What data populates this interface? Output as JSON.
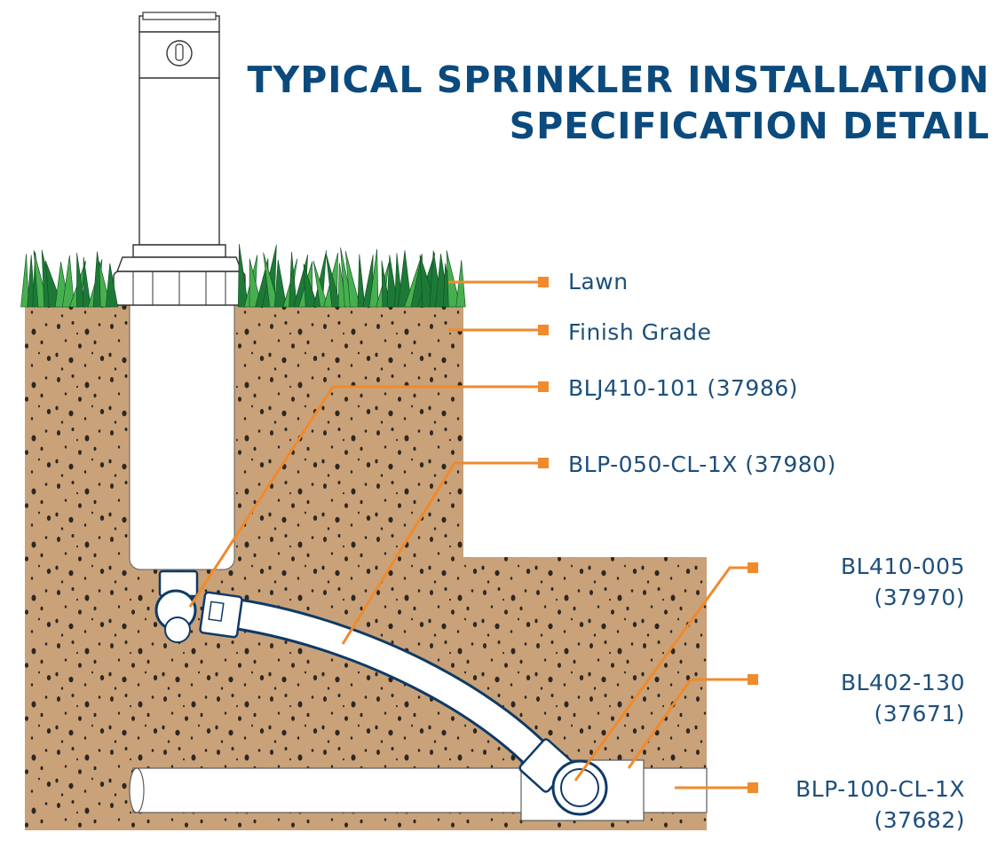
{
  "title": {
    "line1": "TYPICAL SPRINKLER INSTALLATION",
    "line2": "SPECIFICATION DETAIL"
  },
  "colors": {
    "title": "#0b4a7d",
    "label_text": "#1d4f7c",
    "leader": "#f08a2c",
    "soil": "#c9a27a",
    "grass_dark": "#1c7a36",
    "grass_light": "#46b04e",
    "pipe_outline": "#0e3a66"
  },
  "callouts": [
    {
      "id": "lawn",
      "lines": [
        "Lawn"
      ]
    },
    {
      "id": "finish-grade",
      "lines": [
        "Finish Grade"
      ]
    },
    {
      "id": "blj410",
      "lines": [
        "BLJ410-101 (37986)"
      ]
    },
    {
      "id": "blp050",
      "lines": [
        "BLP-050-CL-1X (37980)"
      ]
    },
    {
      "id": "bl410",
      "lines": [
        "BL410-005",
        "(37970)"
      ]
    },
    {
      "id": "bl402",
      "lines": [
        "BL402-130",
        "(37671)"
      ]
    },
    {
      "id": "blp100",
      "lines": [
        "BLP-100-CL-1X",
        "(37682)"
      ]
    }
  ]
}
